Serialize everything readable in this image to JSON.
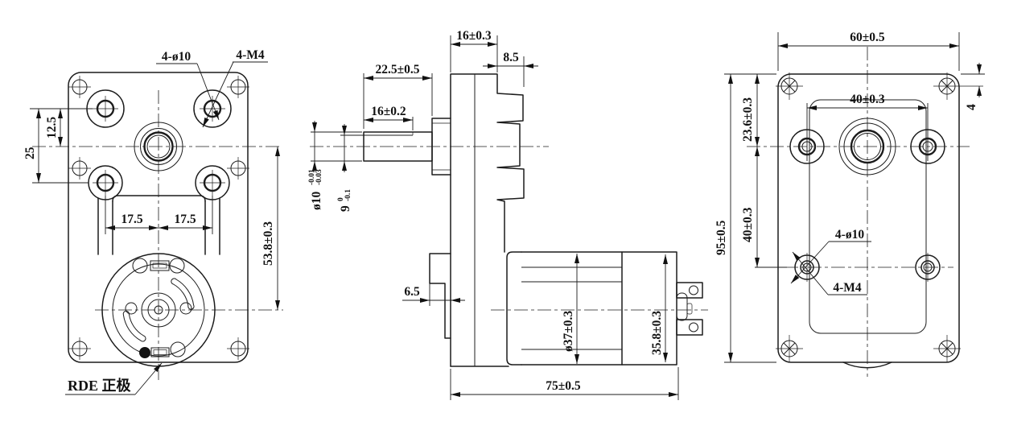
{
  "drawing": {
    "front_view": {
      "callout_hole": "4-ø10",
      "callout_thread": "4-M4",
      "dim_hole_to_center": "12.5",
      "dim_hole_pair_spacing": "25",
      "dim_slot_left": "17.5",
      "dim_slot_right": "17.5",
      "dim_shaft_to_motor": "53.8±0.3",
      "terminal_label": "RDE 正极"
    },
    "side_view": {
      "dim_gearbox_thickness": "16±0.3",
      "dim_tab_depth": "8.5",
      "dim_shaft_length": "22.5±0.5",
      "dim_flat_length": "16±0.2",
      "shaft_diameter": {
        "nominal": "ø10",
        "tol_upper": "-0.01",
        "tol_lower": "-0.03"
      },
      "shaft_flat": {
        "nominal": "9",
        "tol_upper": "0",
        "tol_lower": "-0.1"
      },
      "dim_boss_depth": "6.5",
      "dim_motor_diameter": "ø37±0.3",
      "dim_cap_diameter": "35.8±0.3",
      "dim_overall_length": "75±0.5"
    },
    "back_view": {
      "dim_width": "60±0.5",
      "dim_height": "95±0.5",
      "dim_top_to_center": "23.6±0.3",
      "dim_center_to_hole": "40±0.3",
      "dim_hole_spacing": "40±0.3",
      "dim_edge_to_screw": "4",
      "callout_hole": "4-ø10",
      "callout_thread": "4-M4"
    }
  }
}
